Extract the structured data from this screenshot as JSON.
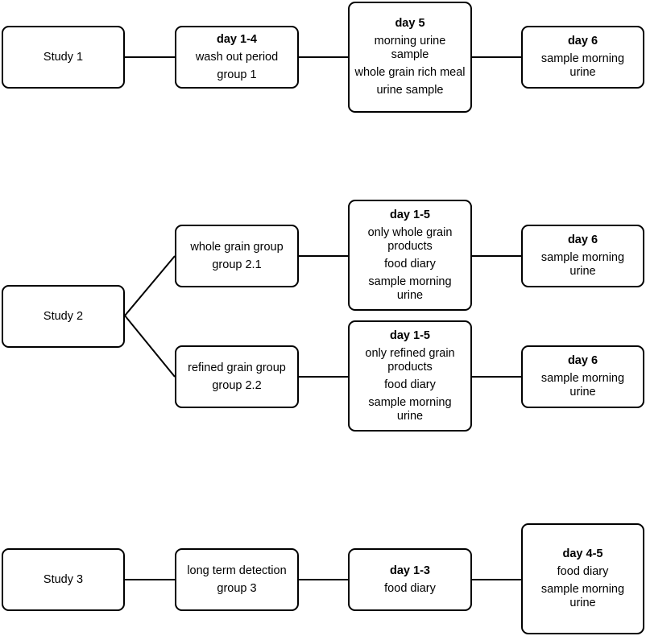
{
  "study1": {
    "label": "Study 1",
    "step1": {
      "heading": "day 1-4",
      "lines": [
        "wash out period",
        "group 1"
      ]
    },
    "step2": {
      "heading": "day 5",
      "lines": [
        "morning urine sample",
        "whole grain rich meal",
        "urine sample"
      ]
    },
    "step3": {
      "heading": "day 6",
      "lines": [
        "sample morning urine"
      ]
    }
  },
  "study2": {
    "label": "Study 2",
    "branch_a": {
      "group": {
        "lines": [
          "whole grain group",
          "group 2.1"
        ]
      },
      "step1": {
        "heading": "day 1-5",
        "lines": [
          "only whole grain products",
          "food diary",
          "sample morning urine"
        ]
      },
      "step2": {
        "heading": "day 6",
        "lines": [
          "sample morning urine"
        ]
      }
    },
    "branch_b": {
      "group": {
        "lines": [
          "refined grain group",
          "group 2.2"
        ]
      },
      "step1": {
        "heading": "day 1-5",
        "lines": [
          "only refined grain products",
          "food diary",
          "sample morning urine"
        ]
      },
      "step2": {
        "heading": "day 6",
        "lines": [
          "sample morning urine"
        ]
      }
    }
  },
  "study3": {
    "label": "Study 3",
    "group": {
      "lines": [
        "long term detection",
        "group 3"
      ]
    },
    "step1": {
      "heading": "day 1-3",
      "lines": [
        "food diary"
      ]
    },
    "step2": {
      "heading": "day 4-5",
      "lines": [
        "food diary",
        "sample morning urine"
      ]
    }
  }
}
